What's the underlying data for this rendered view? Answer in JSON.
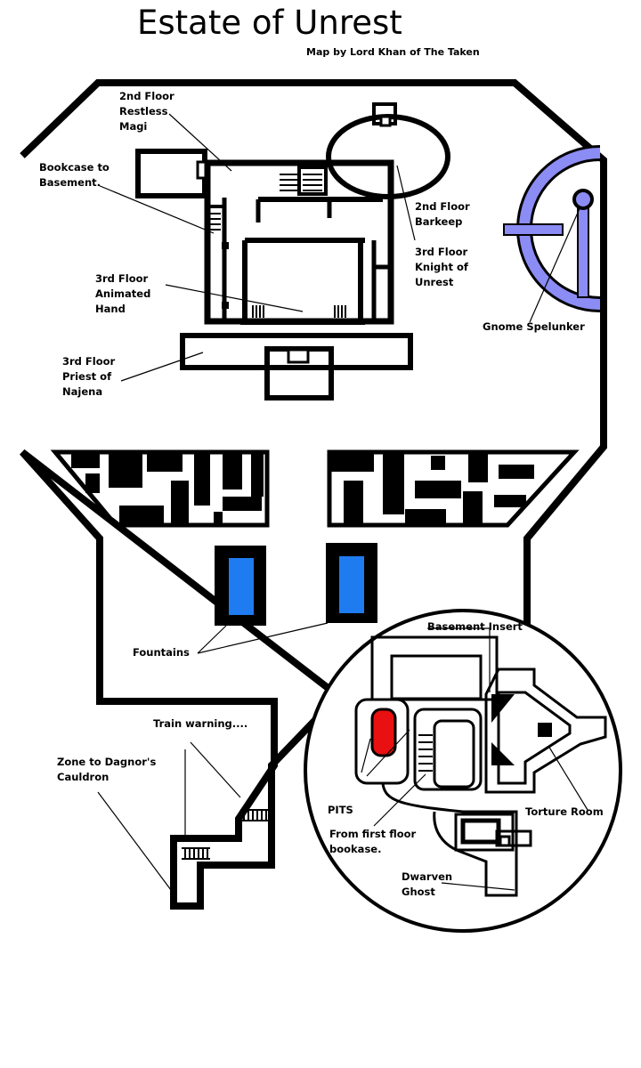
{
  "header": {
    "title": "Estate of Unrest",
    "credit": "Map by Lord Khan of The Taken"
  },
  "labels": {
    "restless_magi": "2nd Floor\nRestless\nMagi",
    "bookcase_basement": "Bookcase to\nBasement.",
    "animated_hand": "3rd Floor\nAnimated\nHand",
    "priest_najena": "3rd Floor\nPriest of\nNajena",
    "barkeep": "2nd Floor\nBarkeep",
    "knight_unrest": "3rd Floor\nKnight of\nUnrest",
    "gnome_spelunker": "Gnome Spelunker",
    "fountains": "Fountains",
    "basement_insert": "Basement Insert",
    "train_warning": "Train warning....",
    "zone_dagnor": "Zone to Dagnor's\nCauldron",
    "pits": "PITS",
    "from_first_floor": "From first floor\nbookase.",
    "torture_room": "Torture Room",
    "dwarven_ghost": "Dwarven\nGhost"
  },
  "colors": {
    "wall": "#000000",
    "background": "#ffffff",
    "fountain_water": "#1e7bf0",
    "gnome_ring": "#8c8cf5",
    "pit": "#e81010"
  }
}
